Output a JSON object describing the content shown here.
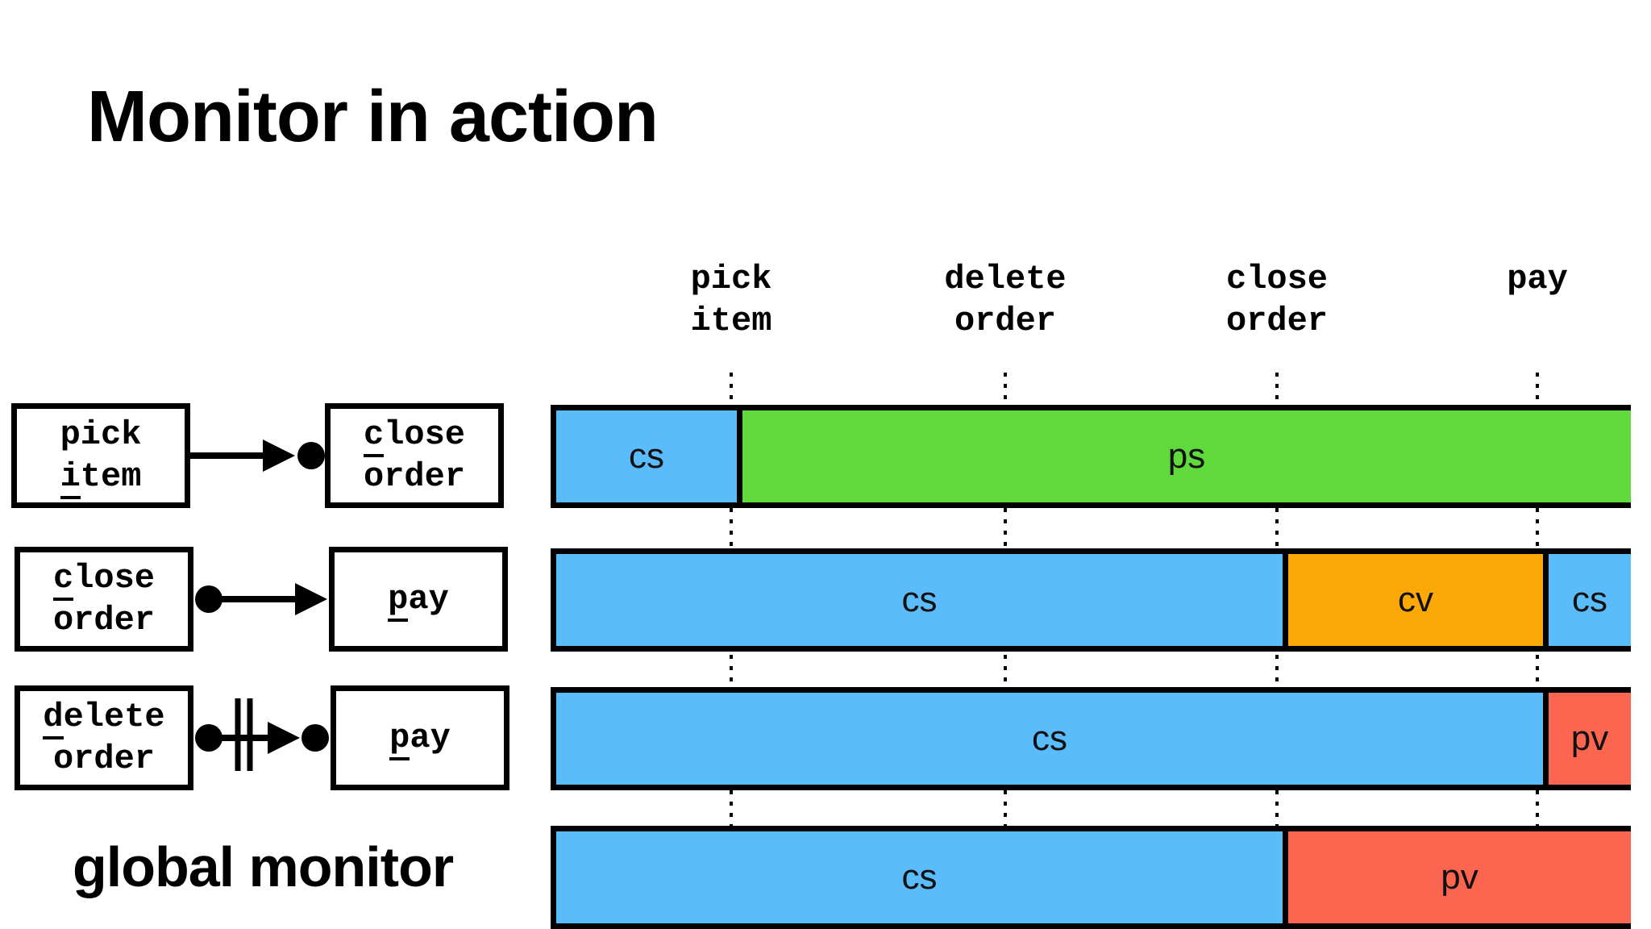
{
  "title": "Monitor in action",
  "global_label": "global monitor",
  "events": [
    {
      "line1": "pick",
      "line2": "item"
    },
    {
      "line1": "delete",
      "line2": "order"
    },
    {
      "line1": "close",
      "line2": "order"
    },
    {
      "line1": "pay",
      "line2": ""
    }
  ],
  "rules": [
    {
      "left": {
        "line1": "pick",
        "line2": "item",
        "underline": "i"
      },
      "right": {
        "line1": "close",
        "line2": "order",
        "underline": "c"
      },
      "arrow": "response"
    },
    {
      "left": {
        "line1": "close",
        "line2": "order",
        "underline": "c"
      },
      "right": {
        "line1": "pay",
        "line2": "",
        "underline": "p"
      },
      "arrow": "precedence"
    },
    {
      "left": {
        "line1": "delete",
        "line2": "order",
        "underline": "d"
      },
      "right": {
        "line1": "pay",
        "line2": "",
        "underline": "p"
      },
      "arrow": "not-coexistence"
    }
  ],
  "timelines": [
    {
      "segments": [
        {
          "label": "cs",
          "color": "#5bbcfc"
        },
        {
          "label": "ps",
          "color": "#5fd93c"
        }
      ]
    },
    {
      "segments": [
        {
          "label": "cs",
          "color": "#5bbcfc"
        },
        {
          "label": "cv",
          "color": "#fca808"
        },
        {
          "label": "cs",
          "color": "#5bbcfc"
        }
      ]
    },
    {
      "segments": [
        {
          "label": "cs",
          "color": "#5bbcfc"
        },
        {
          "label": "pv",
          "color": "#fc6650"
        }
      ]
    },
    {
      "segments": [
        {
          "label": "cs",
          "color": "#5bbcfc"
        },
        {
          "label": "pv",
          "color": "#fc6650"
        }
      ]
    }
  ]
}
